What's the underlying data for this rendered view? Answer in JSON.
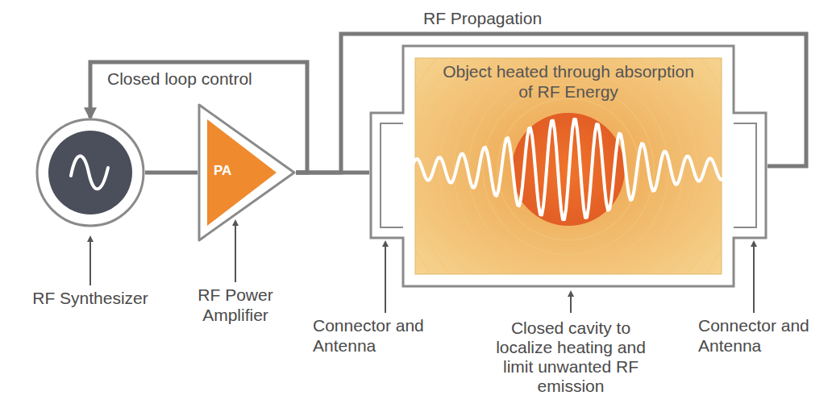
{
  "diagram": {
    "nodes": [
      {
        "text": [
          "RF Synthesizer"
        ]
      },
      {
        "text": [
          "PA",
          "RF Power Amplifier"
        ]
      },
      {
        "text": [
          "Object heated through absorption of RF Energy",
          "Closed cavity to localize heating and limit unwanted RF emission"
        ]
      }
    ],
    "edges": [
      {
        "from": 0,
        "to": 1,
        "arrow": "none"
      },
      {
        "from": 1,
        "to": 2,
        "arrow": "none"
      },
      {
        "from": 1,
        "to": 0,
        "arrow": "to",
        "label": "Closed loop control"
      },
      {
        "from": 1,
        "to": 2,
        "arrow": "none",
        "label": "RF Propagation"
      }
    ],
    "labels": [
      "Connector and Antenna",
      "Connector and Antenna"
    ]
  }
}
